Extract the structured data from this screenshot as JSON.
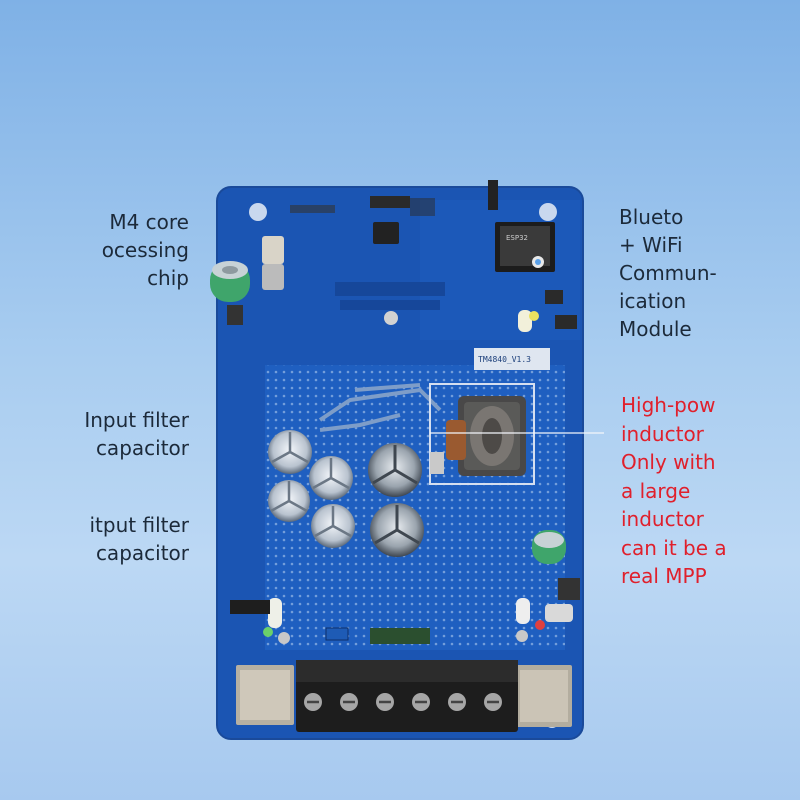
{
  "labels": {
    "chip": [
      "M4 core",
      "ocessing",
      "chip"
    ],
    "input_filter": [
      "Input filter",
      "capacitor"
    ],
    "output_filter": [
      "itput filter",
      "capacitor"
    ],
    "module": [
      "Blueto",
      "+ WiFi",
      "Commun-",
      "ication",
      "Module"
    ],
    "inductor": [
      "High-pow",
      "inductor",
      "Only with",
      "a large",
      "inductor",
      "can it be a",
      "real MPP"
    ]
  },
  "pcb_marking": "TM4840_V1.3"
}
